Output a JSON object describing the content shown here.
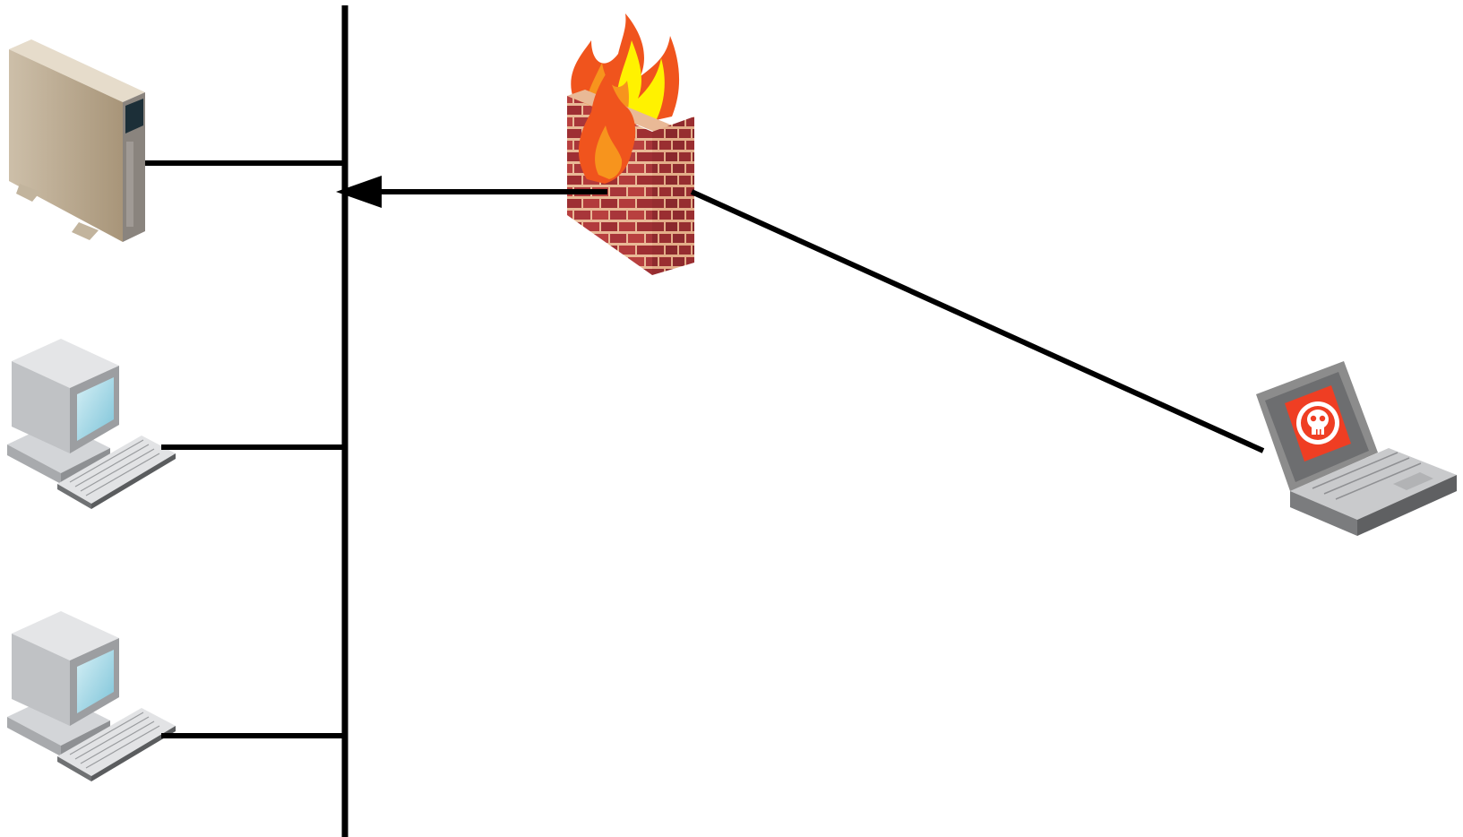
{
  "diagram": {
    "nodes": [
      {
        "id": "server",
        "kind": "server",
        "icon": "server-tower-icon"
      },
      {
        "id": "workstation-1",
        "kind": "desktop",
        "icon": "desktop-computer-icon"
      },
      {
        "id": "workstation-2",
        "kind": "desktop",
        "icon": "desktop-computer-icon"
      },
      {
        "id": "firewall",
        "kind": "firewall",
        "icon": "firewall-brick-wall-icon"
      },
      {
        "id": "attacker",
        "kind": "laptop",
        "icon": "laptop-skull-icon"
      }
    ],
    "edges": [
      {
        "from": "server",
        "to": "lan-bus",
        "directed": false
      },
      {
        "from": "workstation-1",
        "to": "lan-bus",
        "directed": false
      },
      {
        "from": "workstation-2",
        "to": "lan-bus",
        "directed": false
      },
      {
        "from": "firewall",
        "to": "lan-bus",
        "directed": true
      },
      {
        "from": "attacker",
        "to": "firewall",
        "directed": false
      }
    ]
  },
  "colors": {
    "line": "#000000",
    "brick": "#a8363a",
    "mortar": "#e9b996",
    "flame_outer": "#f0541d",
    "flame_mid": "#f7941d",
    "flame_inner": "#fff200",
    "server_body": "#b5a48c",
    "server_front": "#8f8a86",
    "computer_gray": "#c6c8cb",
    "screen_blue": "#a8dbe8",
    "laptop_gray": "#8c8c8c",
    "laptop_screen_red": "#ef3e23"
  }
}
